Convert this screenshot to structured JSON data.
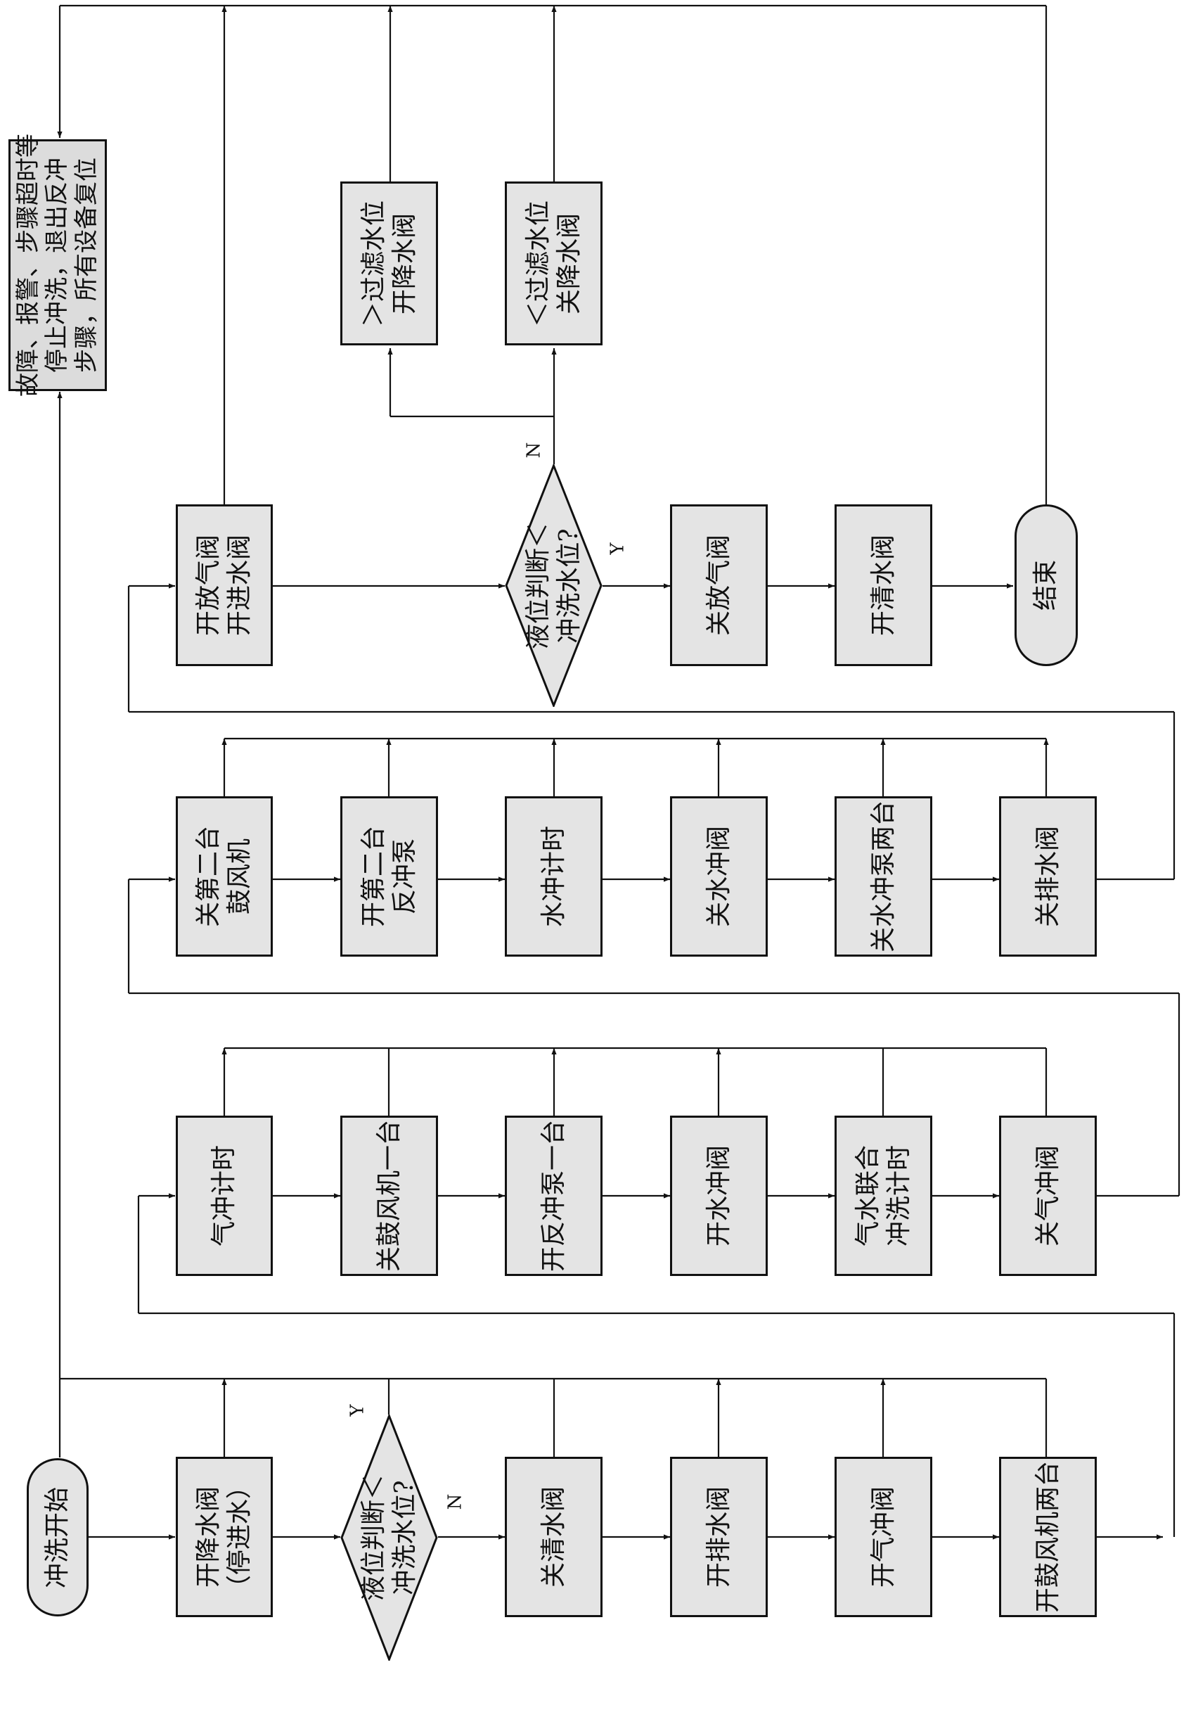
{
  "nodes": {
    "start": "冲洗开始",
    "alarm": "故障、报警、步骤超时等\n停止冲洗，退出反冲\n步骤，所有设备复位",
    "r1_open_drop": "开降水阀\n（停进水）",
    "r1_decision": "液位判断＜\n冲洗水位?",
    "r1_close_clear": "关清水阀",
    "r1_open_drain": "开排水阀",
    "r1_open_air": "开气冲阀",
    "r1_open_blowers": "开鼓风机两台",
    "r2_air_timer": "气冲计时",
    "r2_close_blower": "关鼓风机一台",
    "r2_open_pump": "开反冲泵一台",
    "r2_open_water": "开水冲阀",
    "r2_joint_timer": "气水联合\n冲洗计时",
    "r2_close_air": "关气冲阀",
    "r3_close_blower2": "关第二台\n鼓风机",
    "r3_open_pump2": "开第二台\n反冲泵",
    "r3_water_timer": "水冲计时",
    "r3_close_water": "关水冲阀",
    "r3_close_pumps": "关水冲泵两台",
    "r3_close_drain": "关排水阀",
    "r4_open_vent": "开放气阀\n开进水阀",
    "r4_decision": "液位判断＜\n冲洗水位?",
    "r4_close_vent": "关放气阀",
    "r4_open_clear": "开清水阀",
    "end": "结束",
    "above_filter": "＞过滤水位\n开降水阀",
    "below_filter": "＜过滤水位\n关降水阀"
  },
  "branch_labels": {
    "r1_yes": "Y",
    "r1_no": "N",
    "r4_yes": "Y",
    "r4_no": "N"
  }
}
